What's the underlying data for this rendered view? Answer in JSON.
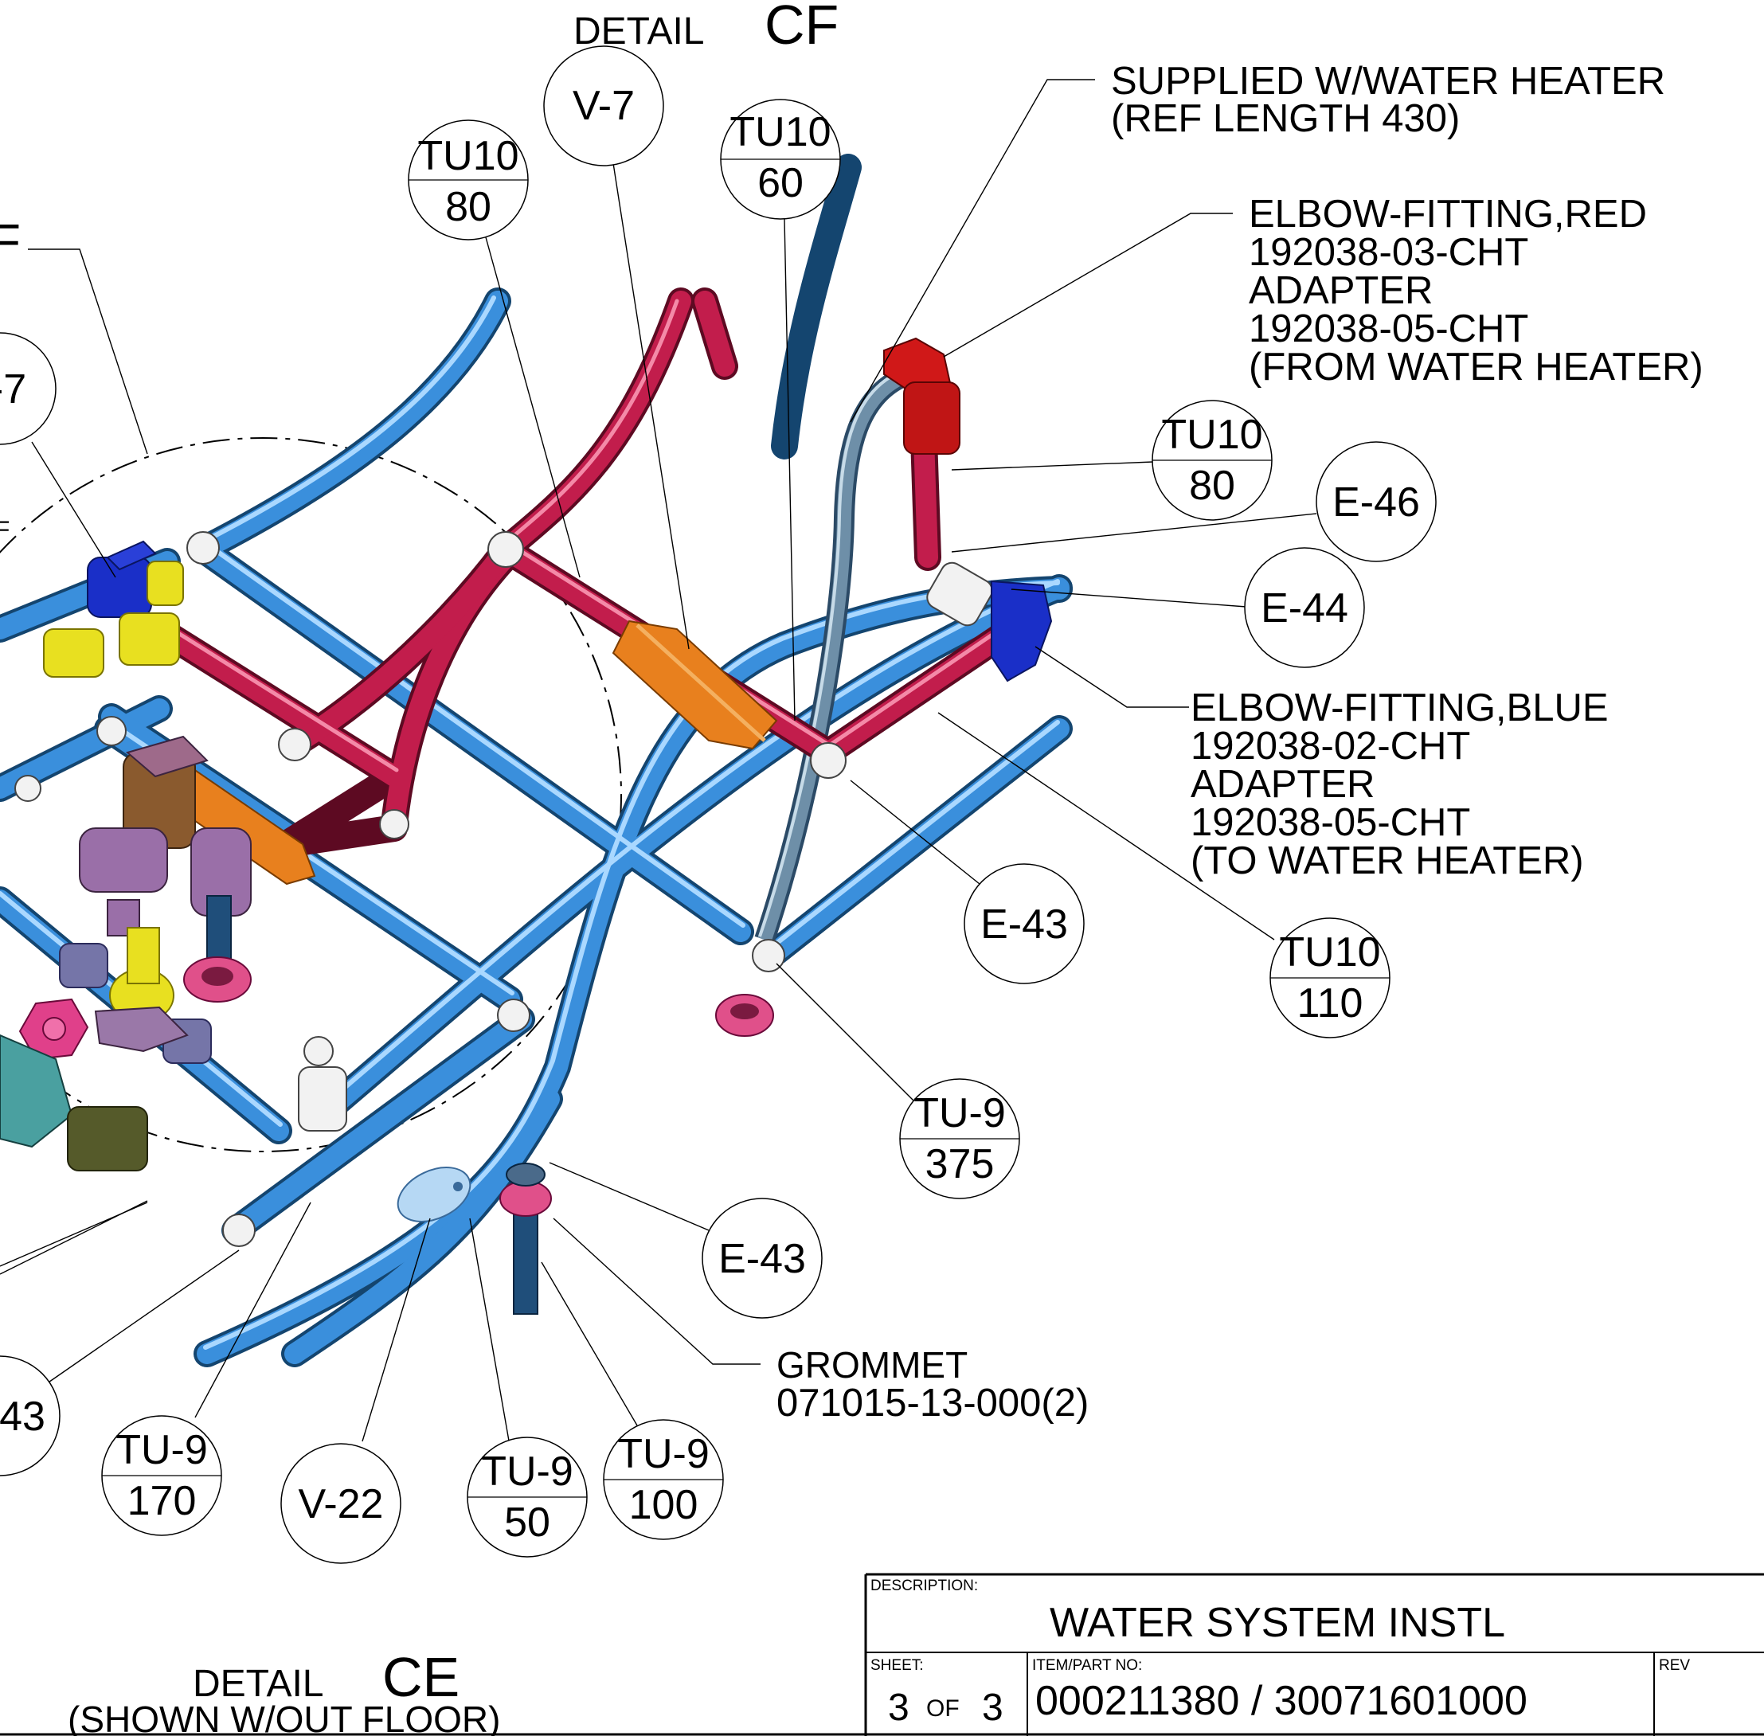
{
  "details": {
    "cf": {
      "prefix": "DETAIL",
      "letter": "CF"
    },
    "ce": {
      "prefix": "DETAIL",
      "letter": "CE",
      "subtitle": "(SHOWN W/OUT FLOOR)"
    },
    "partial_left_letter": "F",
    "partial_left_small": "F"
  },
  "balloons": [
    {
      "id": "v7_top",
      "top": "V-7",
      "bottom": ""
    },
    {
      "id": "tu10_80_top",
      "top": "TU10",
      "bottom": "80"
    },
    {
      "id": "tu10_60",
      "top": "TU10",
      "bottom": "60"
    },
    {
      "id": "v7_left",
      "top": "-7",
      "bottom": ""
    },
    {
      "id": "tu10_80_right",
      "top": "TU10",
      "bottom": "80"
    },
    {
      "id": "e46",
      "top": "E-46",
      "bottom": ""
    },
    {
      "id": "e44",
      "top": "E-44",
      "bottom": ""
    },
    {
      "id": "e43_right",
      "top": "E-43",
      "bottom": ""
    },
    {
      "id": "tu10_110",
      "top": "TU10",
      "bottom": "110"
    },
    {
      "id": "tu9_375",
      "top": "TU-9",
      "bottom": "375"
    },
    {
      "id": "e43_bottom",
      "top": "E-43",
      "bottom": ""
    },
    {
      "id": "e43_left",
      "top": "43",
      "bottom": ""
    },
    {
      "id": "tu9_170",
      "top": "TU-9",
      "bottom": "170"
    },
    {
      "id": "v22",
      "top": "V-22",
      "bottom": ""
    },
    {
      "id": "tu9_50",
      "top": "TU-9",
      "bottom": "50"
    },
    {
      "id": "tu9_100",
      "top": "TU-9",
      "bottom": "100"
    }
  ],
  "notes": {
    "supplied": [
      "SUPPLIED W/WATER HEATER",
      "(REF LENGTH 430)"
    ],
    "elbow_red": [
      "ELBOW-FITTING,RED",
      "192038-03-CHT",
      "ADAPTER",
      "192038-05-CHT",
      "(FROM WATER HEATER)"
    ],
    "elbow_blue": [
      "ELBOW-FITTING,BLUE",
      "192038-02-CHT",
      "ADAPTER",
      "192038-05-CHT",
      "(TO WATER HEATER)"
    ],
    "grommet": [
      "GROMMET",
      "071015-13-000(2)"
    ]
  },
  "title_block": {
    "description_label": "DESCRIPTION:",
    "description": "WATER SYSTEM INSTL",
    "sheet_label": "SHEET:",
    "sheet_num": "3",
    "sheet_of": "OF",
    "sheet_total": "3",
    "part_label": "ITEM/PART NO:",
    "part_no": "000211380 / 30071601000",
    "rev_label": "REV"
  },
  "colors": {
    "pipe_blue": "#3a8fdc",
    "pipe_red": "#c21d4c",
    "fitting_orange": "#e8801e",
    "fitting_yellow": "#e8e020",
    "valve_blue": "#1a2fc8",
    "valve_purple": "#9a6fa8",
    "grommet_pink": "#e0508a"
  }
}
